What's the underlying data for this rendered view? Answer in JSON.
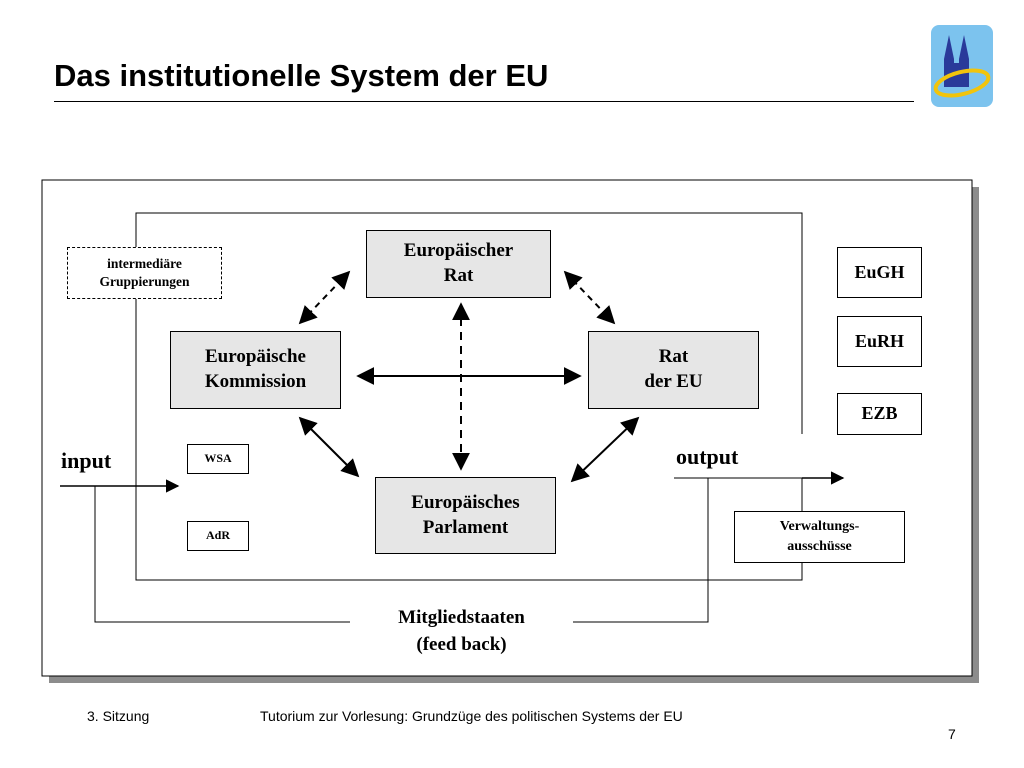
{
  "slide": {
    "title": "Das institutionelle System der EU",
    "footer_left": "3. Sitzung",
    "footer_center": "Tutorium zur Vorlesung: Grundzüge des politischen Systems der EU",
    "page_number": "7"
  },
  "logo": {
    "icon": "cathedral-logo-icon",
    "colors": {
      "background": "#7cc3ee",
      "towers": "#2a3a9a",
      "ring": "#f2c40c"
    }
  },
  "diagram": {
    "europaeischer_rat": {
      "line1": "Europäischer",
      "line2": "Rat"
    },
    "kommission": {
      "line1": "Europäische",
      "line2": "Kommission"
    },
    "rat_der_eu": {
      "line1": "Rat",
      "line2": "der EU"
    },
    "parlament": {
      "line1": "Europäisches",
      "line2": "Parlament"
    },
    "intermediaere": {
      "line1": "intermediäre",
      "line2": "Gruppierungen"
    },
    "eugh": "EuGH",
    "eurh": "EuRH",
    "ezb": "EZB",
    "wsa": "WSA",
    "adr": "AdR",
    "verwaltung": {
      "line1": "Verwaltungs-",
      "line2": "ausschüsse"
    },
    "input": "input",
    "output": "output",
    "mitgliedstaaten": {
      "line1": "Mitgliedstaaten",
      "line2": "(feed back)"
    }
  },
  "colors": {
    "institution_fill": "#e6e6e6",
    "shadow": "#8c8c8c",
    "lines": "#000000"
  }
}
